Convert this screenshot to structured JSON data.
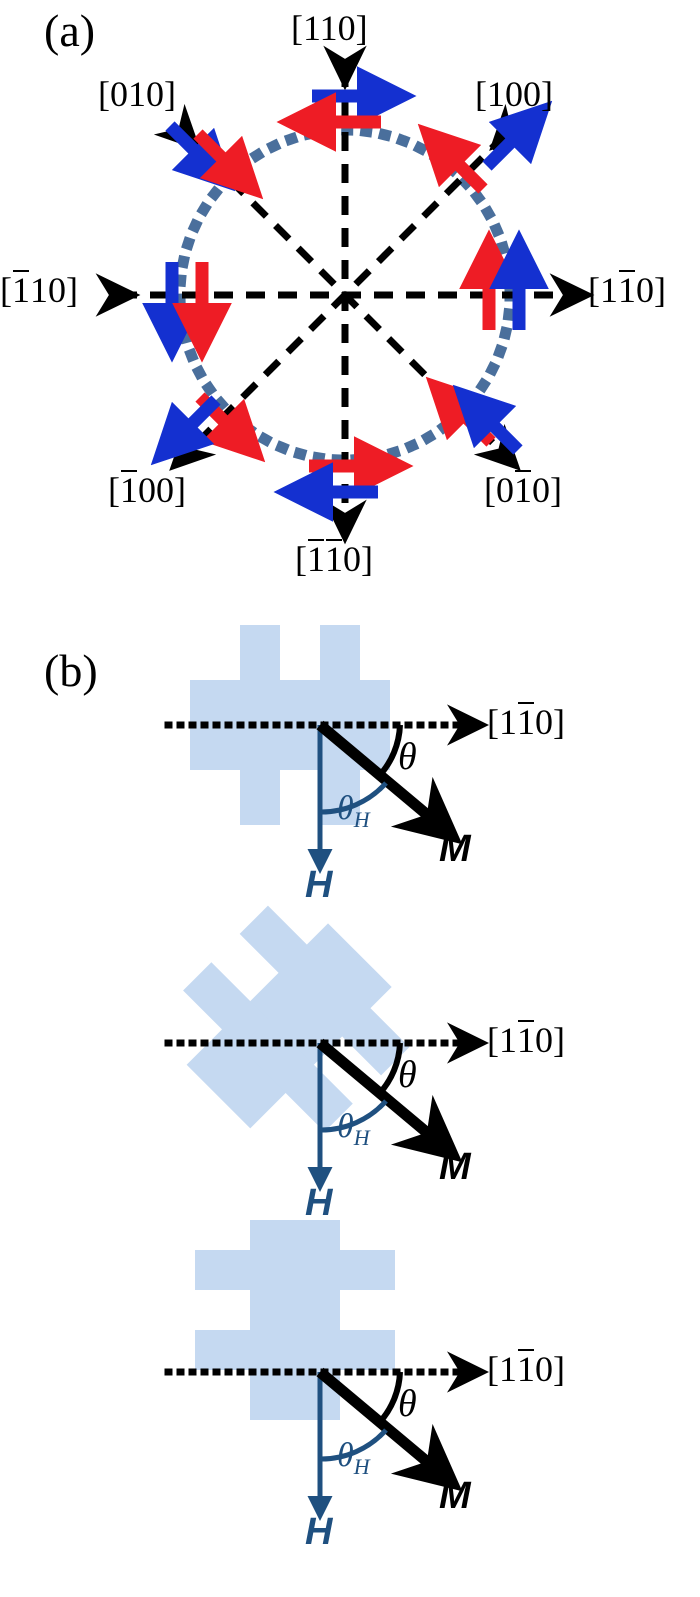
{
  "figure": {
    "panels": [
      {
        "id": "a",
        "label": "(a)"
      },
      {
        "id": "b",
        "label": "(b)"
      }
    ]
  },
  "panel_a": {
    "label": "(a)",
    "description": "Crystallographic axes compass with dotted circle and paired red/blue magnetization arrows",
    "circle_color": "#4a6f9c",
    "axis_color": "#000000",
    "arrow_colors": {
      "red": "#ee1c25",
      "blue": "#1430d0"
    },
    "directions": [
      {
        "name": "110",
        "label_parts": [
          "1",
          "1",
          "0"
        ],
        "bars": [
          false,
          false,
          false
        ],
        "angle_deg": 90,
        "axis": "main"
      },
      {
        "name": "100",
        "label_parts": [
          "1",
          "0",
          "0"
        ],
        "bars": [
          false,
          false,
          false
        ],
        "angle_deg": 45,
        "axis": "diagonal"
      },
      {
        "name": "1-10",
        "label_parts": [
          "1",
          "1",
          "0"
        ],
        "bars": [
          false,
          true,
          false
        ],
        "angle_deg": 0,
        "axis": "main"
      },
      {
        "name": "0-10",
        "label_parts": [
          "0",
          "1",
          "0"
        ],
        "bars": [
          false,
          true,
          false
        ],
        "angle_deg": -45,
        "axis": "diagonal"
      },
      {
        "name": "-1-10",
        "label_parts": [
          "1",
          "1",
          "0"
        ],
        "bars": [
          true,
          true,
          false
        ],
        "angle_deg": -90,
        "axis": "main"
      },
      {
        "name": "-100",
        "label_parts": [
          "1",
          "0",
          "0"
        ],
        "bars": [
          true,
          false,
          false
        ],
        "angle_deg": -135,
        "axis": "diagonal"
      },
      {
        "name": "-110",
        "label_parts": [
          "1",
          "1",
          "0"
        ],
        "bars": [
          true,
          false,
          false
        ],
        "angle_deg": 180,
        "axis": "main"
      },
      {
        "name": "010",
        "label_parts": [
          "0",
          "1",
          "0"
        ],
        "bars": [
          false,
          false,
          false
        ],
        "angle_deg": 135,
        "axis": "diagonal"
      }
    ],
    "label_texts": {
      "top": "[110]",
      "top_right": "[100]",
      "right": "[1̅0]",
      "bottom_right": "[0̅1̅0]",
      "bottom": "[̅1̅1 0]",
      "bottom_left": "[̅1 00]",
      "left": "[̅1 10]",
      "top_left": "[010]"
    }
  },
  "panel_b": {
    "label": "(b)",
    "description": "Three Hall-bar device orientations with H field, M magnetization and angles",
    "hallbar_color": "#c5d9f1",
    "field_color": "#1f5080",
    "magnetization_color": "#000000",
    "axis_label": "[11̅0]",
    "axis_label_parts": [
      "1",
      "1",
      "0"
    ],
    "axis_label_bars": [
      false,
      true,
      false
    ],
    "devices": [
      {
        "id": "device-1",
        "rotation_deg": 0,
        "axis_label": "[11̅0]",
        "H_label": "H",
        "M_label": "M",
        "theta_label": "θ",
        "thetaH_label": "θ",
        "thetaH_sub": "H"
      },
      {
        "id": "device-2",
        "rotation_deg": 45,
        "axis_label": "[11̅0]",
        "H_label": "H",
        "M_label": "M",
        "theta_label": "θ",
        "thetaH_label": "θ",
        "thetaH_sub": "H"
      },
      {
        "id": "device-3",
        "rotation_deg": 90,
        "axis_label": "[11̅0]",
        "H_label": "H",
        "M_label": "M",
        "theta_label": "θ",
        "thetaH_label": "θ",
        "thetaH_sub": "H"
      }
    ]
  }
}
